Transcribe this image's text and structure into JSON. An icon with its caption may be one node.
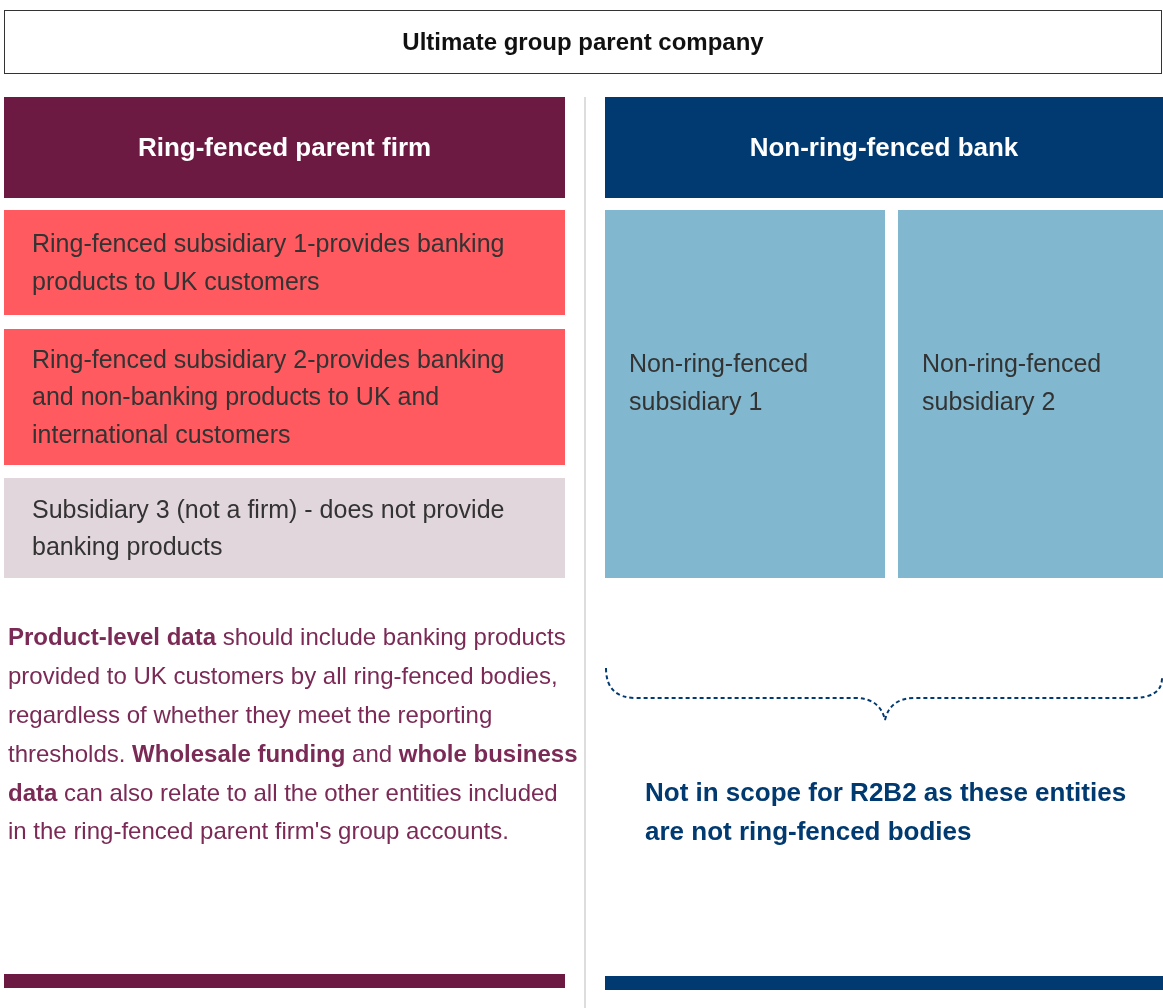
{
  "diagram": {
    "nodes": [
      {
        "text": [
          "Ultimate group parent company"
        ]
      },
      {
        "text": [
          "Ring-fenced parent firm"
        ]
      },
      {
        "text": [
          "Ring-fenced subsidiary 1-provides banking products to UK customers"
        ]
      },
      {
        "text": [
          "Ring-fenced subsidiary 2-provides banking and non-banking products to UK and international customers"
        ]
      },
      {
        "text": [
          "Subsidiary 3 (not a firm) - does not provide banking products"
        ]
      },
      {
        "text": [
          "Non-ring-fenced bank"
        ]
      },
      {
        "text": [
          "Non-ring-fenced subsidiary 1"
        ]
      },
      {
        "text": [
          "Non-ring-fenced subsidiary 2"
        ]
      }
    ],
    "edges": [],
    "labels": [
      "**Product-level data** should include banking products provided to UK customers by all ring-fenced bodies, regardless of whether they meet the reporting thresholds. **Wholesale funding** and **whole business data** can also relate to all the other entities included in the ring-fenced parent firm's group accounts.",
      "Not in scope for R2B2 as these entities are not ring-fenced bodies"
    ]
  }
}
